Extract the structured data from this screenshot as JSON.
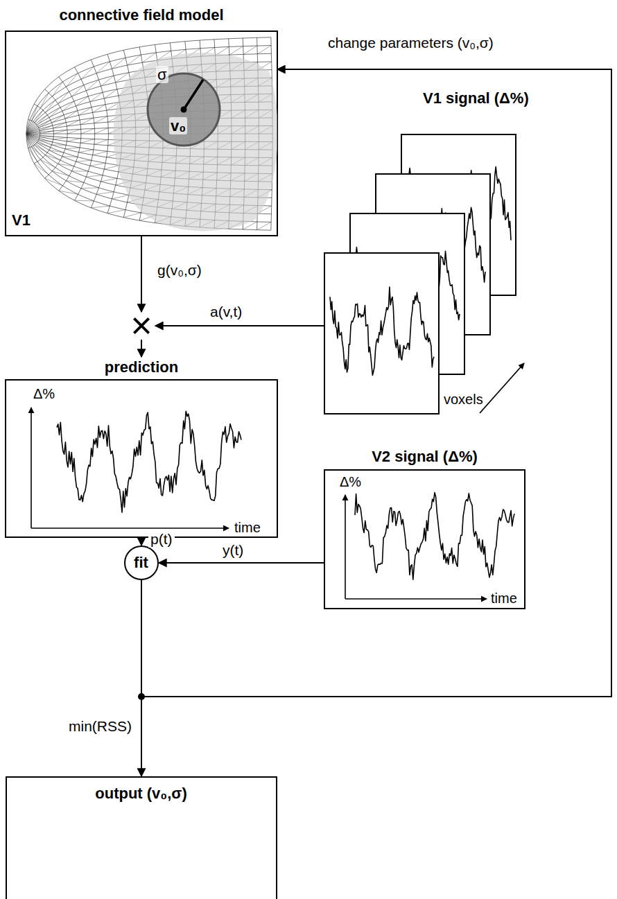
{
  "diagram": {
    "nodes": [
      {
        "text": [
          "connective field model",
          "V1"
        ]
      },
      {
        "text": [
          "×"
        ]
      },
      {
        "text": [
          "V1 signal (Δ%)",
          "voxels"
        ]
      },
      {
        "text": [
          "prediction",
          "Δ%",
          "time"
        ]
      },
      {
        "text": [
          "V2 signal (Δ%)",
          "Δ%",
          "time"
        ]
      },
      {
        "text": [
          "fit"
        ]
      },
      {
        "text": [
          "output (v₀,σ)"
        ]
      }
    ],
    "edges": [
      {
        "from": 0,
        "to": 1,
        "label": "g(v₀,σ)",
        "arrow": "to"
      },
      {
        "from": 2,
        "to": 1,
        "label": "a(v,t)",
        "arrow": "to"
      },
      {
        "from": 1,
        "to": 3,
        "arrow": "to"
      },
      {
        "from": 3,
        "to": 5,
        "label": "p(t)",
        "arrow": "to"
      },
      {
        "from": 4,
        "to": 5,
        "label": "y(t)",
        "arrow": "to"
      },
      {
        "from": 5,
        "to": 6,
        "label": "min(RSS)",
        "arrow": "to"
      },
      {
        "from": 5,
        "to": 0,
        "label": "change parameters (v₀,σ)",
        "arrow": "to"
      }
    ],
    "labels": [
      "σ",
      "v₀"
    ]
  }
}
